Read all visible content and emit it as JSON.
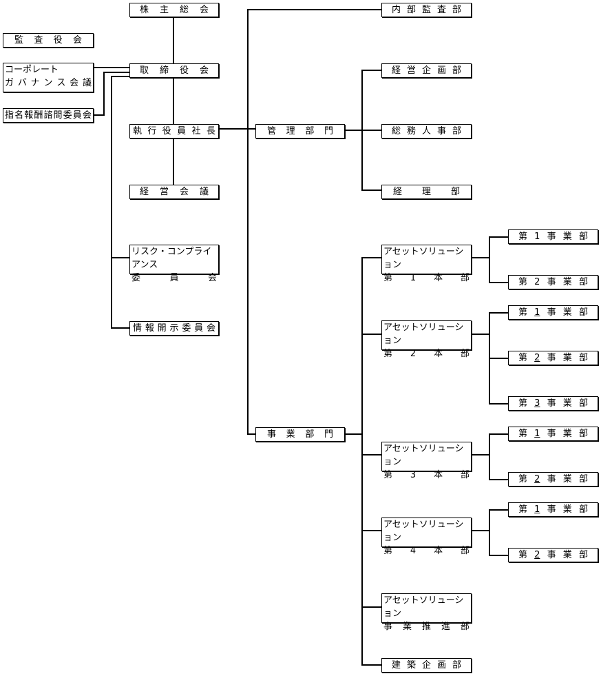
{
  "nodes": {
    "shareholders": "株主総会",
    "audit_board": "監査役会",
    "cg_council": [
      "コーポレート",
      "ガバナンス会議"
    ],
    "nom_comp_committee": "指名報酬諮問委員会",
    "board": "取締役会",
    "president": "執行役員社長",
    "management_meeting": "経営会議",
    "risk_committee": [
      "リスク・コンプライアンス",
      "委員会"
    ],
    "disclosure_committee": "情報開示委員会",
    "internal_audit": "内部監査部",
    "admin_division": "管理部門",
    "corp_planning": "経営企画部",
    "general_affairs_hr": "総務人事部",
    "accounting": "経理部",
    "business_division": "事業部門",
    "as1": [
      "アセットソリューション",
      "第1本部"
    ],
    "as1_d1": "第1事業部",
    "as1_d2": "第2事業部",
    "as2": [
      "アセットソリューション",
      "第2本部"
    ],
    "as2_d1": "第1事業部",
    "as2_d2": "第2事業部",
    "as2_d3": "第3事業部",
    "as3": [
      "アセットソリューション",
      "第3本部"
    ],
    "as3_d1": "第1事業部",
    "as3_d2": "第2事業部",
    "as4": [
      "アセットソリューション",
      "第4本部"
    ],
    "as4_d1": "第1事業部",
    "as4_d2": "第2事業部",
    "as_promo": [
      "アセットソリューション",
      "事業推進部"
    ],
    "construction_planning": "建築企画部"
  }
}
